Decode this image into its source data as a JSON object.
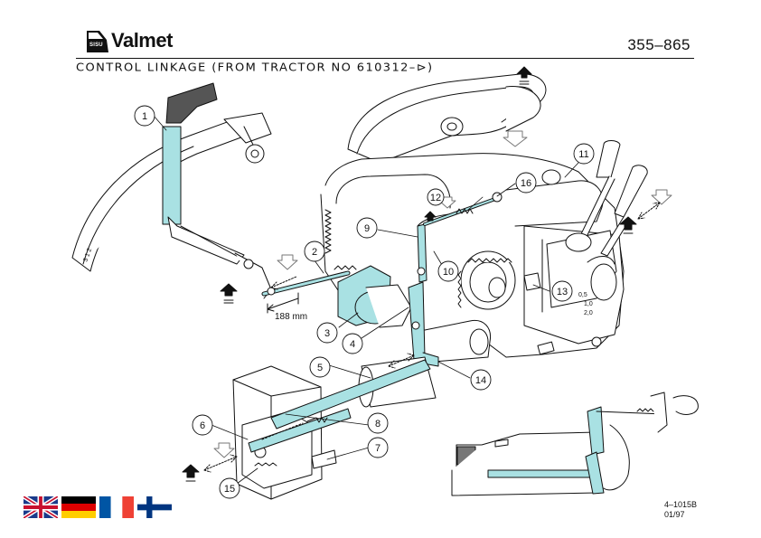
{
  "header": {
    "logo_mark_text": "SISU",
    "brand": "Valmet",
    "part_code": "355–865"
  },
  "title": "CONTROL LINKAGE (FROM TRACTOR NO 610312–⊳)",
  "dimension_label": "188 mm",
  "lever_positions": [
    "0,5",
    "1,0",
    "2,0"
  ],
  "callouts": [
    "1",
    "2",
    "3",
    "4",
    "5",
    "6",
    "7",
    "8",
    "9",
    "10",
    "11",
    "12",
    "13",
    "14",
    "15",
    "16"
  ],
  "footer": {
    "doc_code": "4–1015B",
    "date": "01/97"
  },
  "languages": [
    {
      "name": "english-flag-icon"
    },
    {
      "name": "german-flag-icon"
    },
    {
      "name": "french-flag-icon"
    },
    {
      "name": "finnish-flag-icon"
    }
  ],
  "colors": {
    "highlight": "#a9e1e3",
    "ink": "#111111"
  }
}
